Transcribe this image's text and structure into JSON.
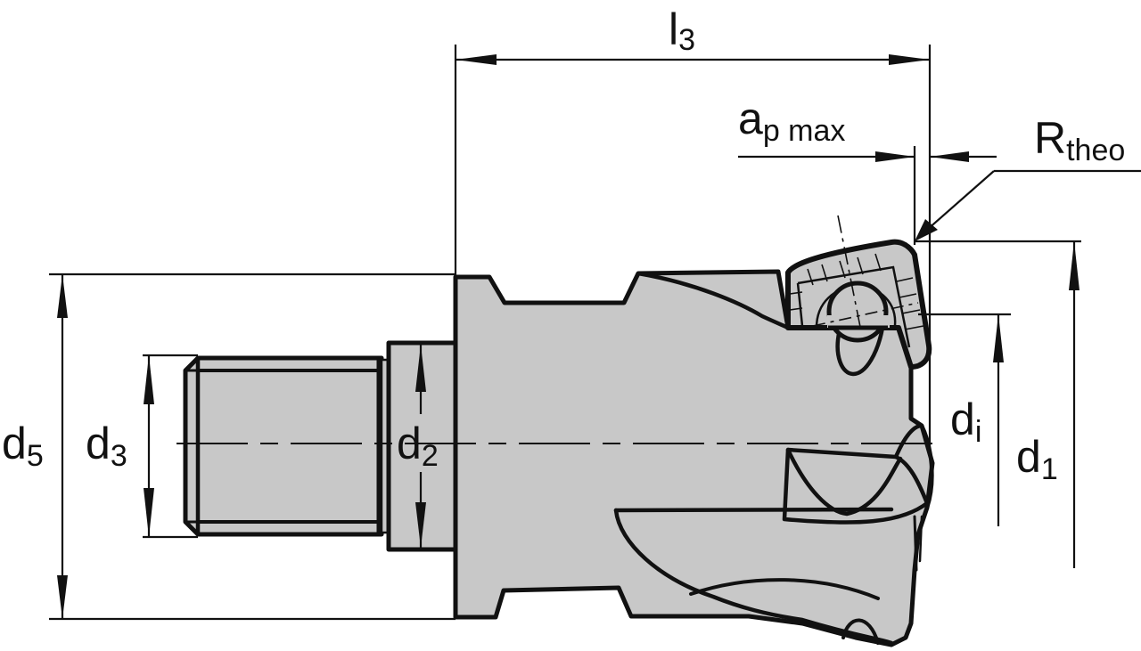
{
  "diagram": {
    "title": "Indexable milling head with threaded shank – dimension drawing",
    "colors": {
      "body_fill": "#c8c8c8",
      "line": "#111111",
      "background": "#ffffff"
    },
    "labels": {
      "l3": {
        "main": "l",
        "sub": "3"
      },
      "ap_max": {
        "main": "a",
        "sub": "p max"
      },
      "r_theo": {
        "main": "R",
        "sub": "theo"
      },
      "d5": {
        "main": "d",
        "sub": "5"
      },
      "d3": {
        "main": "d",
        "sub": "3"
      },
      "d2": {
        "main": "d",
        "sub": "2"
      },
      "di": {
        "main": "d",
        "sub": "i"
      },
      "d1": {
        "main": "d",
        "sub": "1"
      }
    },
    "parts": [
      "threaded-shank",
      "collar",
      "tool-body",
      "cutting-insert",
      "chip-flute"
    ]
  }
}
